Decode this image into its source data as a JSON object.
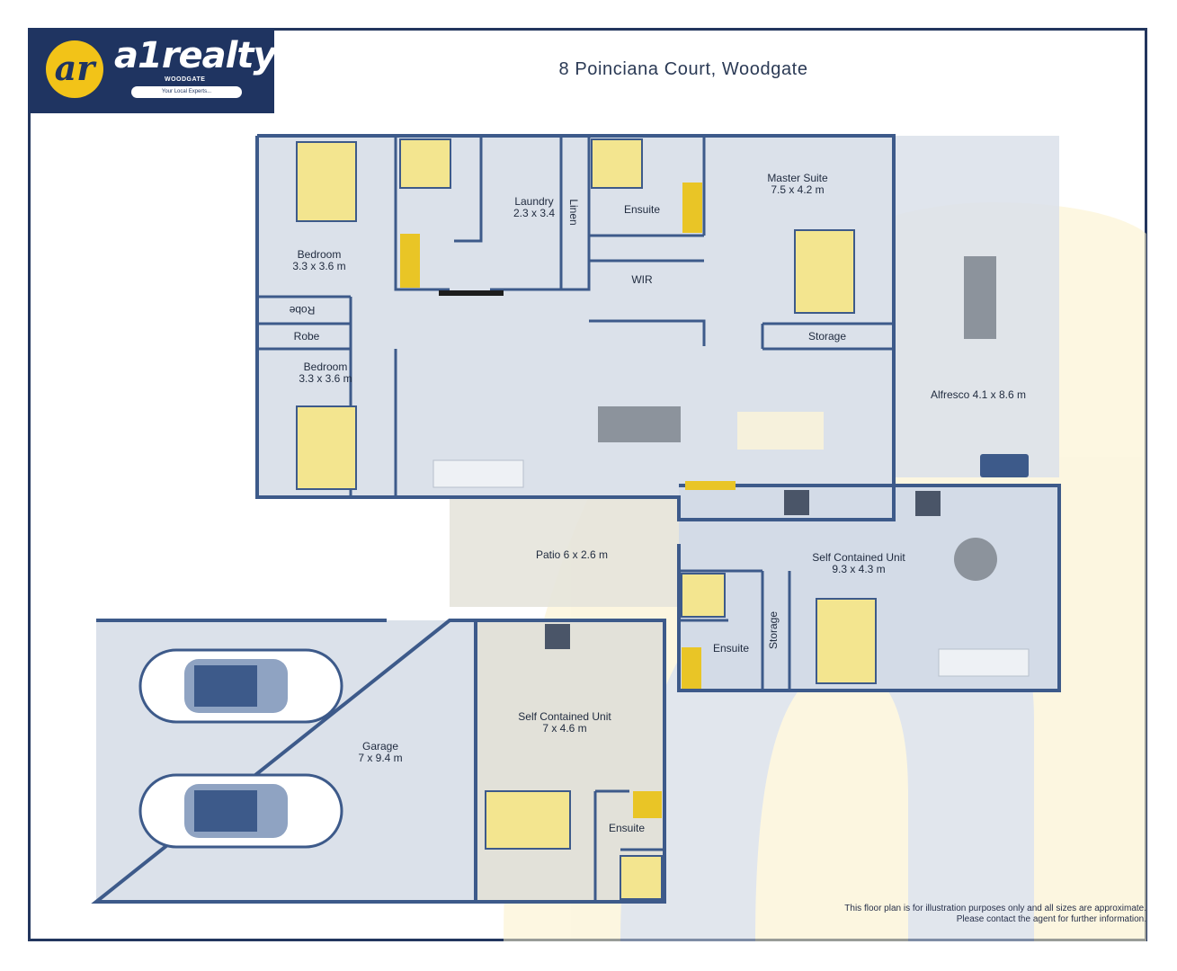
{
  "header": {
    "brand_mark": "ar",
    "brand_name": "a1realty",
    "brand_location": "WOODGATE",
    "tagline": "Your Local Experts...",
    "title": "8 Poinciana Court, Woodgate"
  },
  "rooms": {
    "bedroom1": {
      "name": "Bedroom",
      "size": "3.3 x 3.6 m"
    },
    "bedroom2": {
      "name": "Bedroom",
      "size": "3.3 x 3.6 m"
    },
    "robe_top": "Robe",
    "robe_bottom": "Robe",
    "laundry": {
      "name": "Laundry",
      "size": "2.3 x 3.4"
    },
    "linen": "Linen",
    "ensuite_main": "Ensuite",
    "wir": "WIR",
    "master": {
      "name": "Master Suite",
      "size": "7.5 x 4.2 m"
    },
    "storage_master": "Storage",
    "alfresco": "Alfresco 4.1 x 8.6 m",
    "patio": "Patio 6 x 2.6 m",
    "unit_right": {
      "name": "Self Contained Unit",
      "size": "9.3 x 4.3 m"
    },
    "ensuite_right": "Ensuite",
    "storage_right": "Storage",
    "garage": {
      "name": "Garage",
      "size": "7 x 9.4 m"
    },
    "unit_left": {
      "name": "Self Contained Unit",
      "size": "7 x 4.6 m"
    },
    "ensuite_unit_left": "Ensuite"
  },
  "colors": {
    "wall": "#3d5a8a",
    "floor": "#dbe1ea",
    "patio": "#e5e4db",
    "yellow": "#f3e58f",
    "yellow_dark": "#e9c526",
    "frame": "#23365e",
    "logo_bg": "#1f3461",
    "logo_accent": "#f2c318"
  },
  "disclaimer": {
    "line1": "This floor plan is for illustration purposes only and all sizes are approximate.",
    "line2": "Please contact the agent for further information."
  }
}
